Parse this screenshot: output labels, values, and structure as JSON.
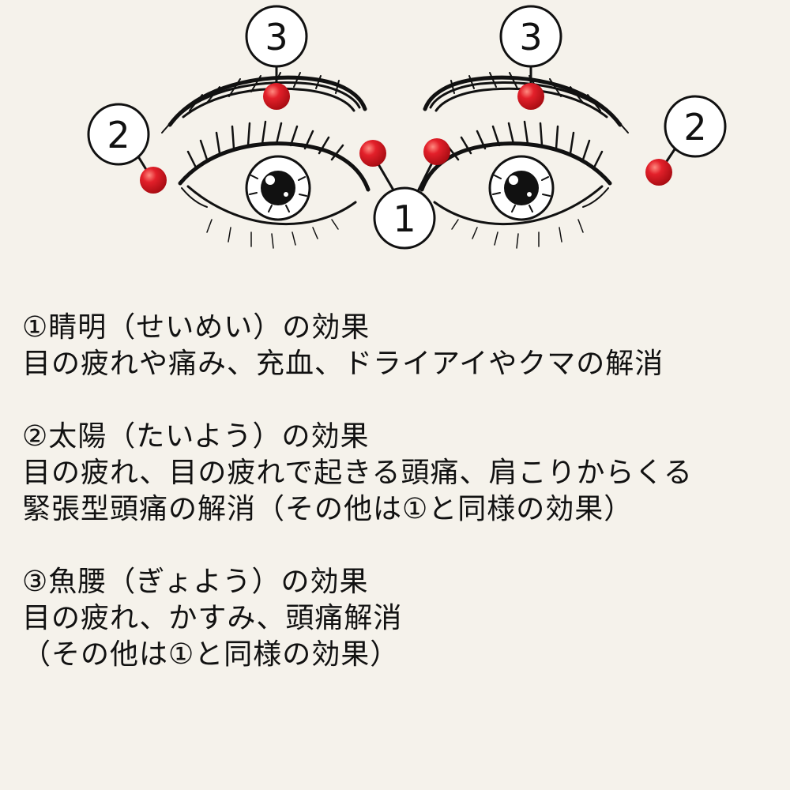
{
  "markers": {
    "label_1": "1",
    "label_2": "2",
    "label_3": "3"
  },
  "colors": {
    "point": "#d7141c",
    "background": "#f5f2eb",
    "ink": "#111111"
  },
  "sections": [
    {
      "heading": "①睛明（せいめい）の効果",
      "lines": [
        "目の疲れや痛み、充血、ドライアイやクマの解消"
      ]
    },
    {
      "heading": "②太陽（たいよう）の効果",
      "lines": [
        "目の疲れ、目の疲れで起きる頭痛、肩こりからくる",
        "緊張型頭痛の解消（その他は①と同様の効果）"
      ]
    },
    {
      "heading": "③魚腰（ぎょよう）の効果",
      "lines": [
        "目の疲れ、かすみ、頭痛解消",
        "（その他は①と同様の効果）"
      ]
    }
  ]
}
